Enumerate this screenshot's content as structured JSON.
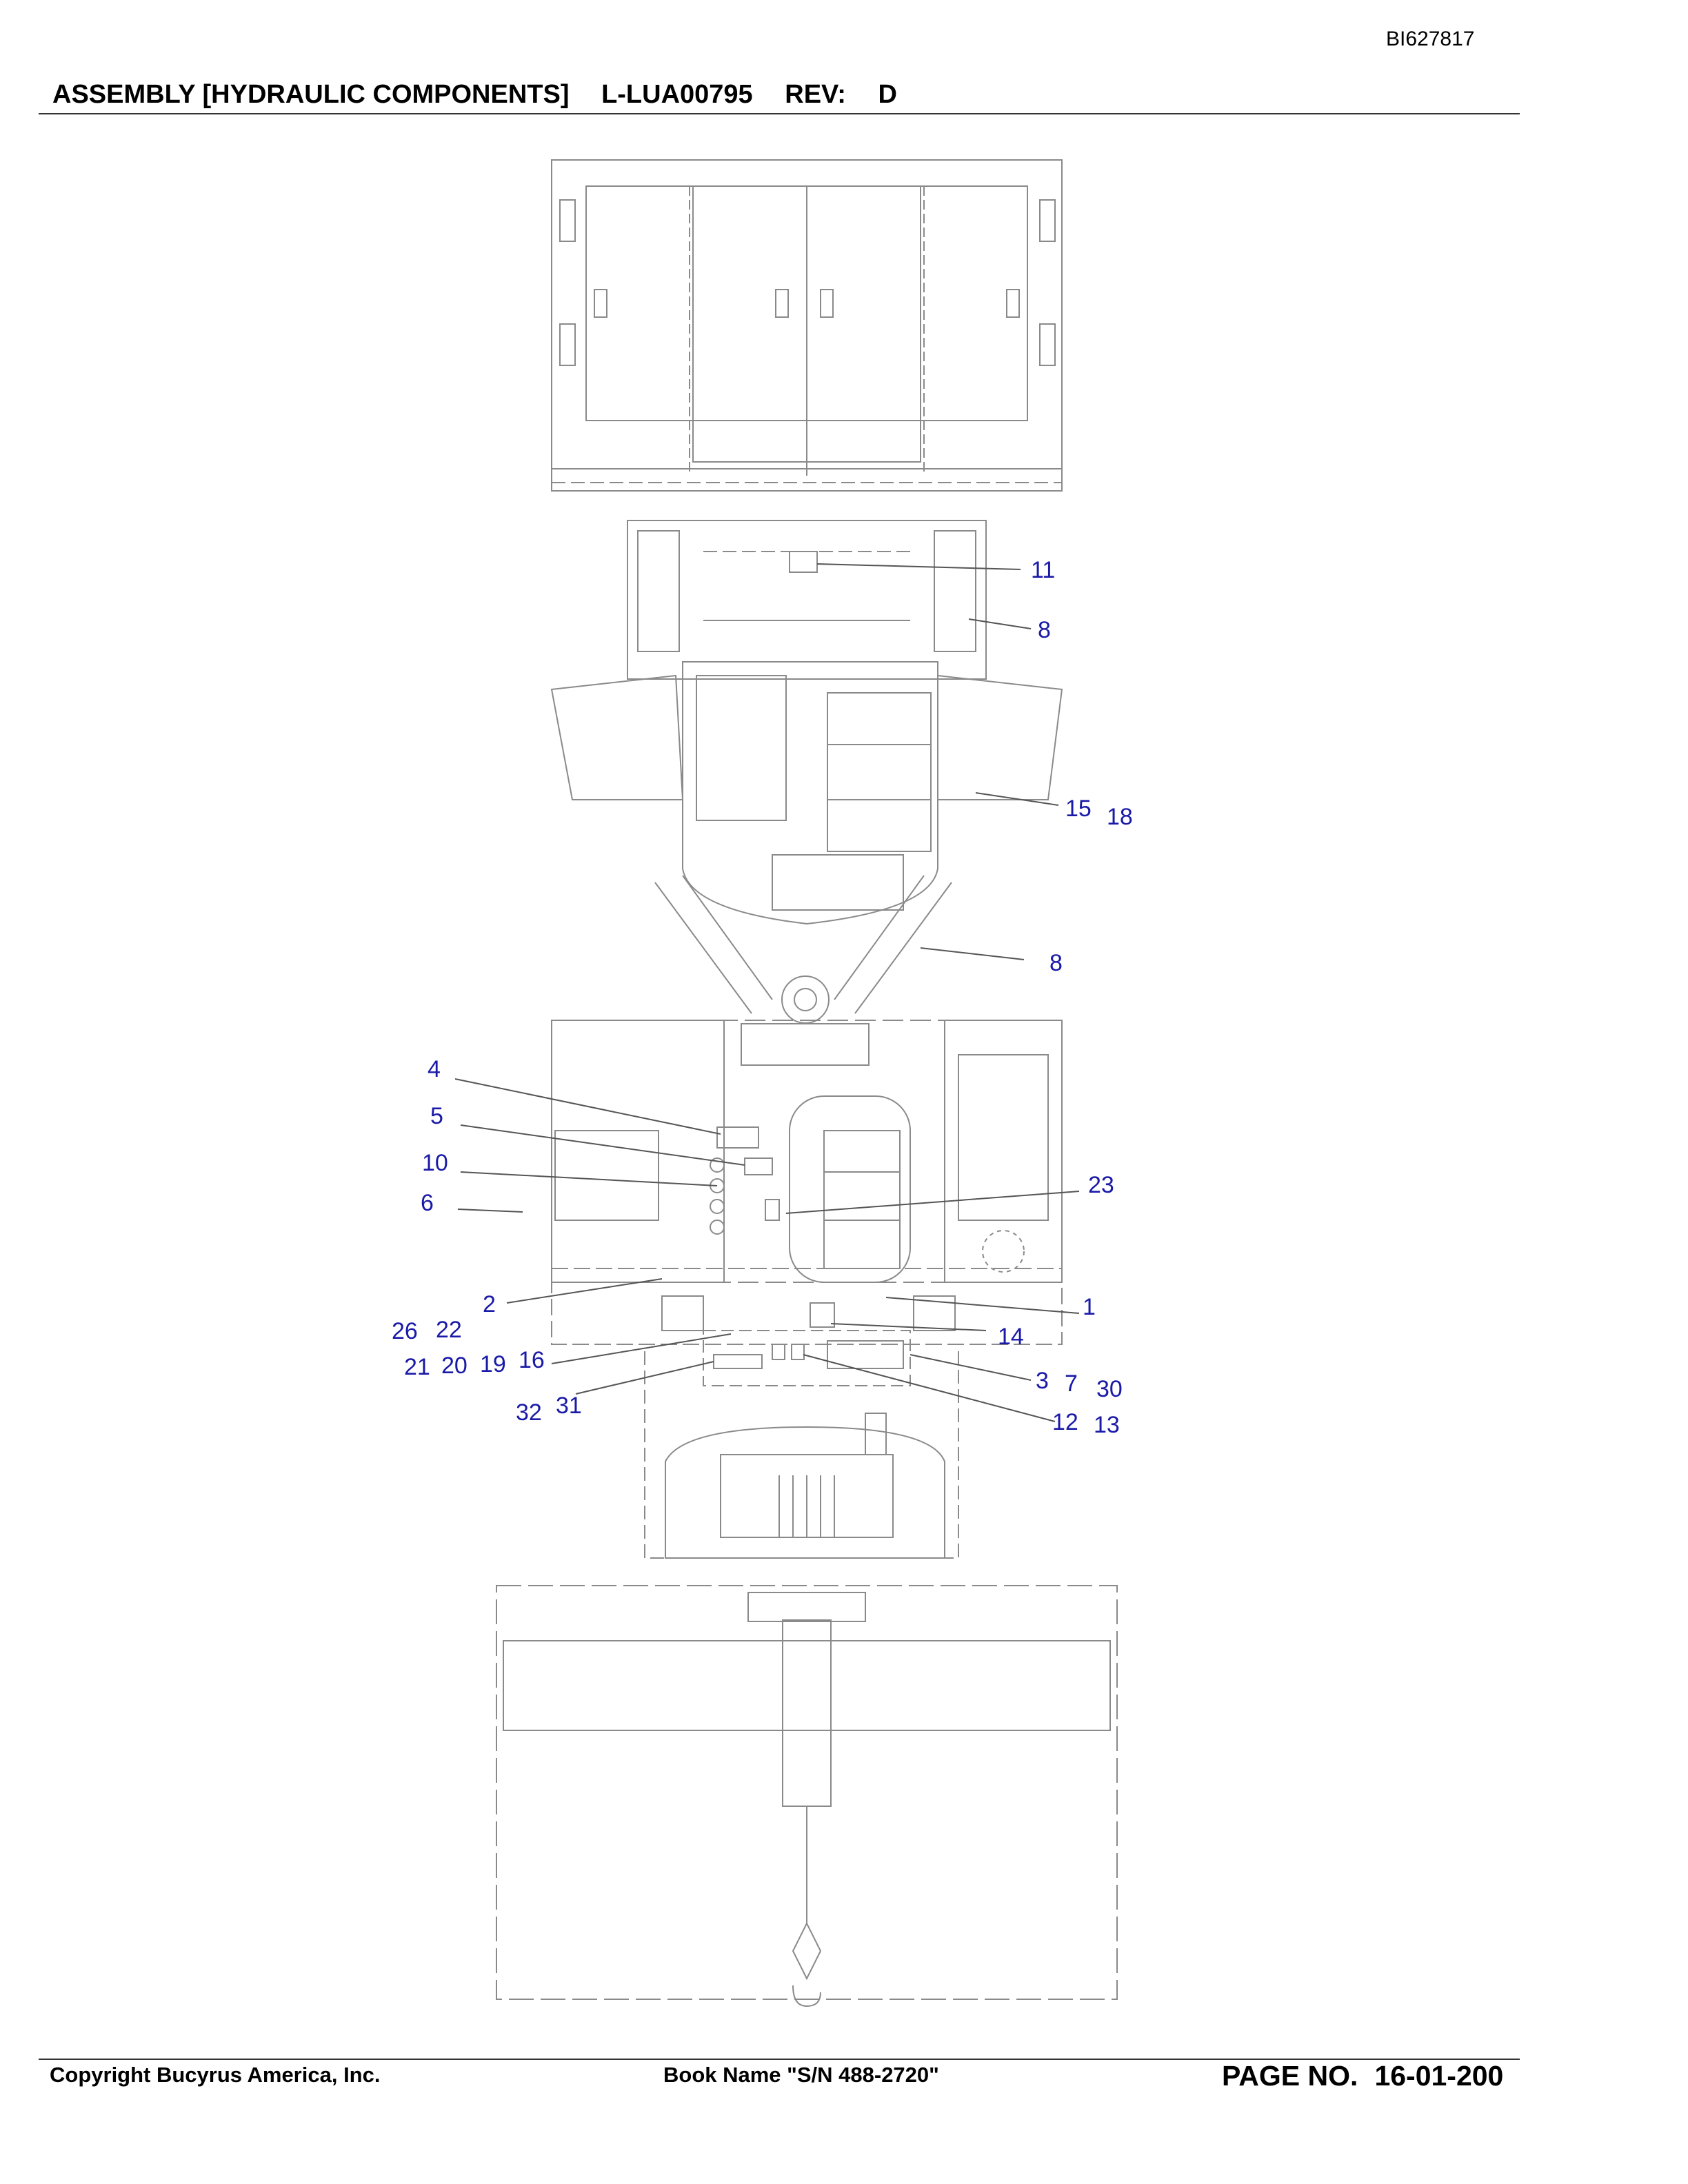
{
  "header": {
    "doc_id": "BI627817",
    "title": "ASSEMBLY [HYDRAULIC COMPONENTS]",
    "part_number": "L-LUA00795",
    "rev_label": "REV:",
    "rev_value": "D"
  },
  "callouts": {
    "c11": "11",
    "c8a": "8",
    "c15": "15",
    "c18": "18",
    "c8b": "8",
    "c4": "4",
    "c5": "5",
    "c10": "10",
    "c6": "6",
    "c23": "23",
    "c2": "2",
    "c1": "1",
    "c14": "14",
    "c26": "26",
    "c22": "22",
    "c21": "21",
    "c20": "20",
    "c19": "19",
    "c16": "16",
    "c3": "3",
    "c7": "7",
    "c30": "30",
    "c32": "32",
    "c31": "31",
    "c12": "12",
    "c13": "13"
  },
  "footer": {
    "copyright": "Copyright Bucyrus America, Inc.",
    "book_name": "Book Name \"S/N 488-2720\"",
    "page_label": "PAGE NO.",
    "page_number": "16-01-200"
  },
  "colors": {
    "callout": "#1a1aa8",
    "line": "#888888"
  }
}
